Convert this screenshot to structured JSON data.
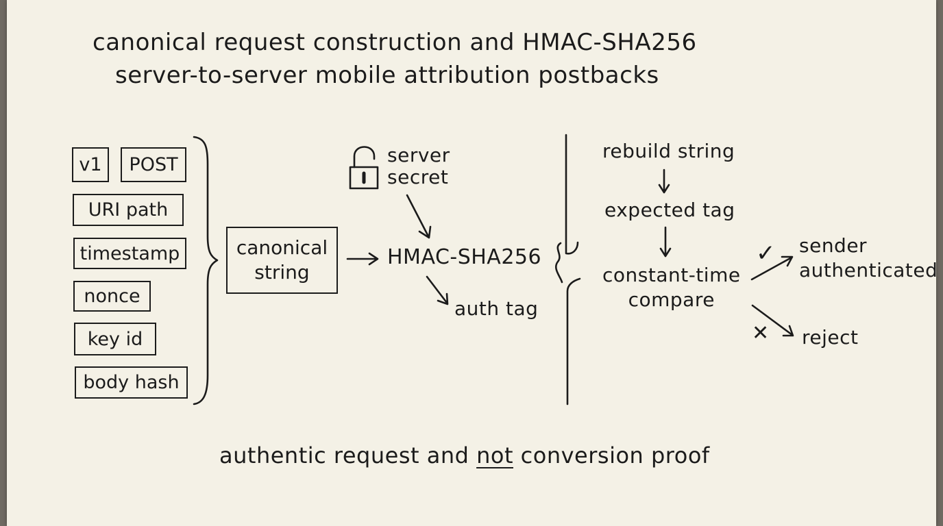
{
  "title": {
    "line1": "canonical request construction and HMAC-SHA256",
    "line2": "server-to-server mobile attribution postbacks"
  },
  "inputs": {
    "version": "v1",
    "method": "POST",
    "uri_path": "URI path",
    "timestamp": "timestamp",
    "nonce": "nonce",
    "key_id": "key id",
    "body_hash": "body hash"
  },
  "canonical": {
    "line1": "canonical",
    "line2": "string"
  },
  "secret": {
    "line1": "server",
    "line2": "secret",
    "icon": "padlock-icon"
  },
  "hmac": "HMAC-SHA256",
  "auth_tag": "auth tag",
  "verify": {
    "rebuild": "rebuild string",
    "expected": "expected tag",
    "compare_line1": "constant-time",
    "compare_line2": "compare",
    "success_mark": "✓",
    "success_line1": "sender",
    "success_line2": "authenticated",
    "fail_mark": "✕",
    "fail": "reject"
  },
  "footer": {
    "prefix": "authentic request and ",
    "emphasis": "not",
    "suffix": " conversion proof"
  }
}
